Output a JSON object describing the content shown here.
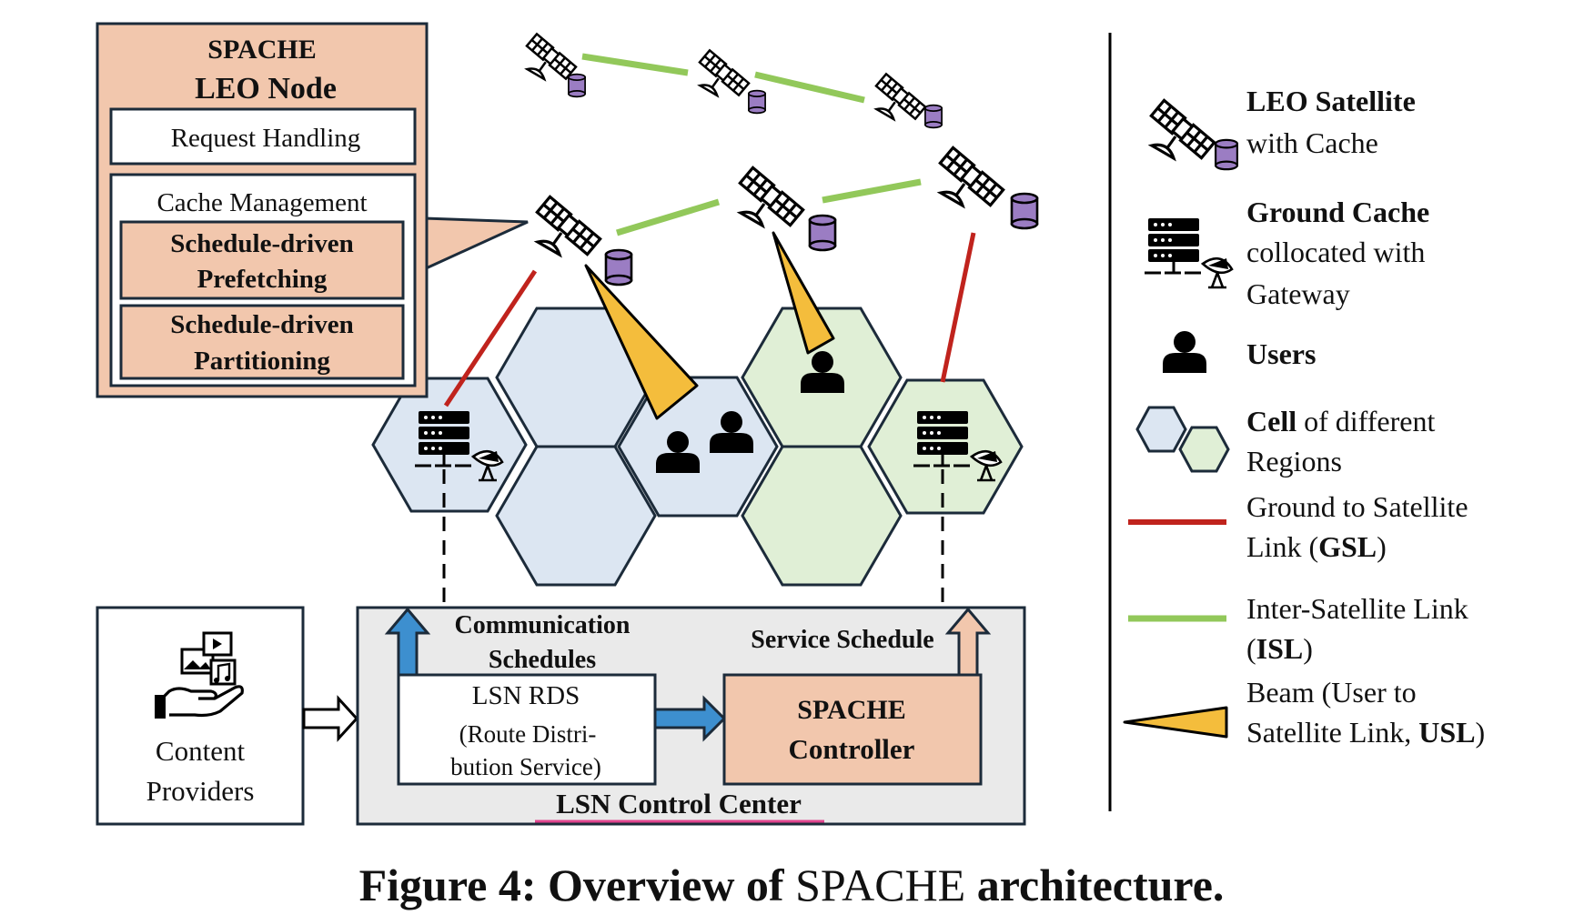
{
  "node_box": {
    "title_line1": "SPACHE",
    "title_line2": "LEO Node",
    "request_handling": "Request Handling",
    "cache_management": "Cache Management",
    "prefetch_line1": "Schedule-driven",
    "prefetch_line2": "Prefetching",
    "partition_line1": "Schedule-driven",
    "partition_line2": "Partitioning"
  },
  "providers": {
    "line1": "Content",
    "line2": "Providers"
  },
  "control_center": {
    "label": "LSN Control Center",
    "comm_line1": "Communication",
    "comm_line2": "Schedules",
    "service_schedule": "Service Schedule",
    "rds_line1": "LSN RDS",
    "rds_line2": "(Route Distri-",
    "rds_line3": "bution Service)",
    "controller_line1": "SPACHE",
    "controller_line2": "Controller"
  },
  "legend": {
    "sat_bold": "LEO Satellite",
    "sat_rest": "with Cache",
    "ground_bold": "Ground Cache",
    "ground_line2": "collocated with",
    "ground_line3": "Gateway",
    "users": "Users",
    "cell_bold": "Cell",
    "cell_rest": " of different",
    "cell_line2": "Regions",
    "gsl_line1": "Ground to Satellite",
    "gsl_pre": "Link (",
    "gsl_bold": "GSL",
    "gsl_post": ")",
    "isl_line1": "Inter-Satellite Link",
    "isl_pre": "(",
    "isl_bold": "ISL",
    "isl_post": ")",
    "usl_line1": "Beam (User to",
    "usl_pre": "Satellite Link, ",
    "usl_bold": "USL",
    "usl_post": ")"
  },
  "caption": {
    "prefix": "Figure 4: Overview of ",
    "name": "SPACHE",
    "suffix": " architecture."
  },
  "colors": {
    "node_fill": "#f2c7ad",
    "cell_blue": "#dce6f2",
    "cell_green": "#e0efd6",
    "gsl_red": "#c0231d",
    "isl_green": "#92c85a",
    "beam_yellow": "#f4bd3c",
    "cache_purple": "#9b7dc3",
    "control_gray": "#eaeaea",
    "arrow_blue": "#3d8fcf",
    "highlight_pink": "#e0458e"
  }
}
